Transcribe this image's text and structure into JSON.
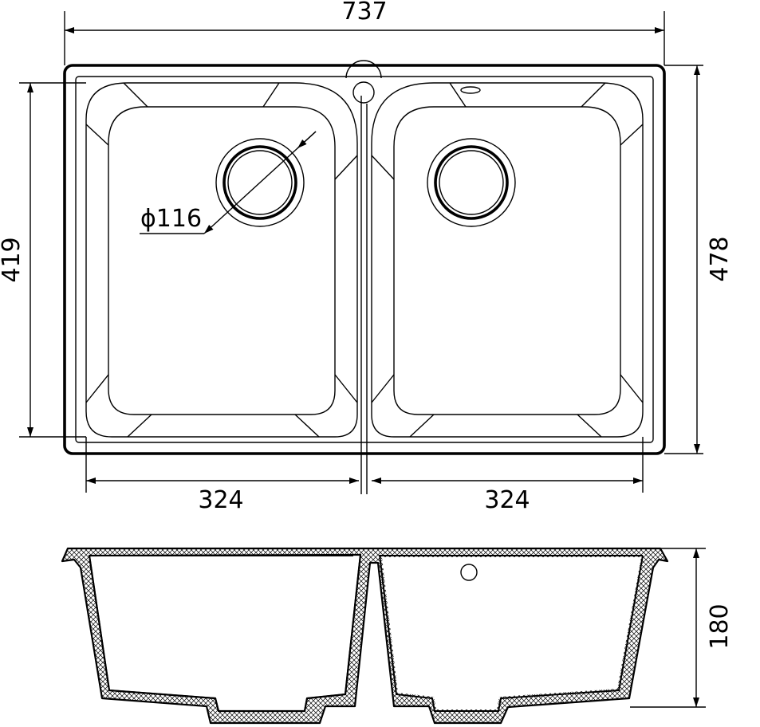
{
  "dimensions": {
    "overall_width": "737",
    "overall_depth": "478",
    "bowl_length": "419",
    "bowl_width_left": "324",
    "bowl_width_right": "324",
    "drain_diameter": "ϕ116",
    "height": "180"
  }
}
